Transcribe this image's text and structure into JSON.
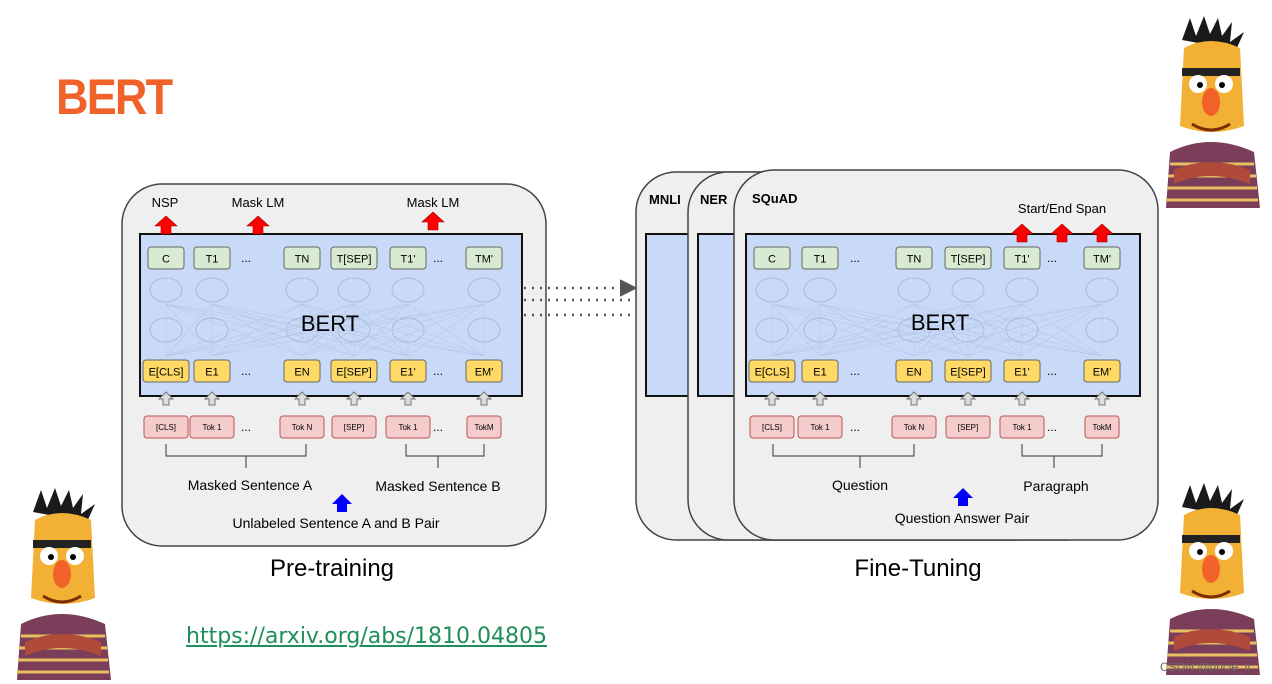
{
  "slide": {
    "title": "BERT",
    "link": "https://arxiv.org/abs/1810.04805",
    "watermark": "CSDN @uncle_ll"
  },
  "pretraining": {
    "caption": "Pre-training",
    "model_label": "BERT",
    "top_labels": [
      "NSP",
      "Mask LM",
      "Mask LM"
    ],
    "outputs": [
      "C",
      "T1",
      "...",
      "TN",
      "T[SEP]",
      "T1'",
      "...",
      "TM'"
    ],
    "embeddings": [
      "E[CLS]",
      "E1",
      "...",
      "EN",
      "E[SEP]",
      "E1'",
      "...",
      "EM'"
    ],
    "tokens": [
      "[CLS]",
      "Tok 1",
      "...",
      "Tok N",
      "[SEP]",
      "Tok 1",
      "...",
      "TokM"
    ],
    "sentence_a": "Masked Sentence A",
    "sentence_b": "Masked Sentence B",
    "pair_label": "Unlabeled Sentence A and B Pair"
  },
  "finetuning": {
    "caption": "Fine-Tuning",
    "model_label": "BERT",
    "tasks": [
      "MNLI",
      "NER",
      "SQuAD"
    ],
    "top_label": "Start/End Span",
    "outputs": [
      "C",
      "T1",
      "...",
      "TN",
      "T[SEP]",
      "T1'",
      "...",
      "TM'"
    ],
    "embeddings": [
      "E[CLS]",
      "E1",
      "...",
      "EN",
      "E[SEP]",
      "E1'",
      "...",
      "EM'"
    ],
    "tokens": [
      "[CLS]",
      "Tok 1",
      "...",
      "Tok N",
      "[SEP]",
      "Tok 1",
      "...",
      "TokM"
    ],
    "sentence_a": "Question",
    "sentence_b": "Paragraph",
    "pair_label": "Question Answer Pair"
  },
  "colors": {
    "title": "#f0622a",
    "panel_bg": "#efefef",
    "model_bg": "#c9daf8",
    "output_box": "#d9ead3",
    "embedding_box": "#ffd966",
    "token_box": "#f4cccc",
    "arrow_red": "#ff0000",
    "arrow_blue": "#0000ff",
    "link": "#1e8f5a"
  },
  "icons": [
    "bert-mascot-icon"
  ]
}
